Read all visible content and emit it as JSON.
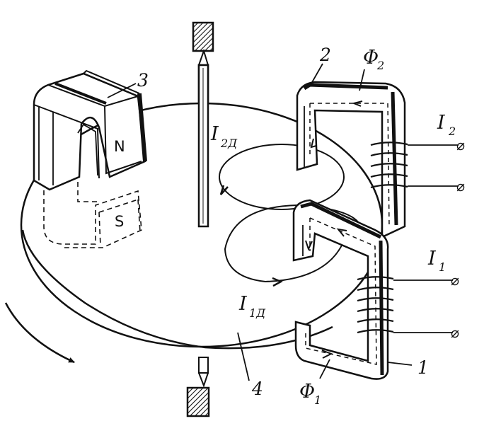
{
  "labels": {
    "part_1": "1",
    "part_2": "2",
    "part_3": "3",
    "part_4": "4",
    "flux_2": "Φ",
    "flux_2_sub": "2",
    "flux_1": "Φ",
    "flux_1_sub": "1",
    "current_2": "I",
    "current_2_sub": "2",
    "current_1": "I",
    "current_1_sub": "1",
    "eddy_2": "I",
    "eddy_2_sub": "2Д",
    "eddy_1": "I",
    "eddy_1_sub": "1Д",
    "pole_n": "N",
    "pole_s": "S",
    "terminal_symbol": "⌀"
  }
}
